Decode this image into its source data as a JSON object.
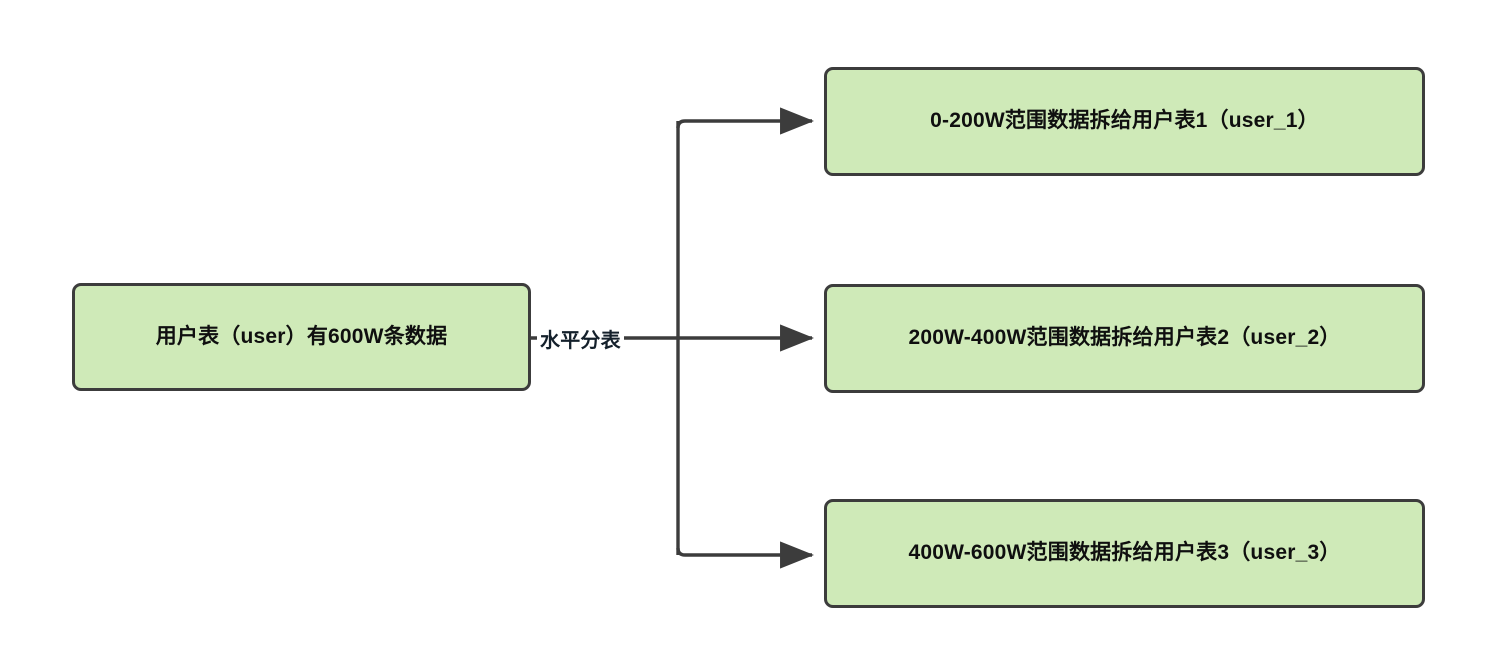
{
  "diagram": {
    "type": "flowchart",
    "direction": "left-to-right",
    "background_color": "#ffffff",
    "node_fill_color": "#cfeab8",
    "node_border_color": "#3c3c3c",
    "edge_color": "#3c3c3c",
    "text_color": "#0f0f0f",
    "source_node": {
      "id": "user",
      "label": "用户表（user）有600W条数据"
    },
    "edge_label": "水平分表",
    "target_nodes": [
      {
        "id": "user_1",
        "label": "0-200W范围数据拆给用户表1（user_1）"
      },
      {
        "id": "user_2",
        "label": "200W-400W范围数据拆给用户表2（user_2）"
      },
      {
        "id": "user_3",
        "label": "400W-600W范围数据拆给用户表3（user_3）"
      }
    ]
  }
}
